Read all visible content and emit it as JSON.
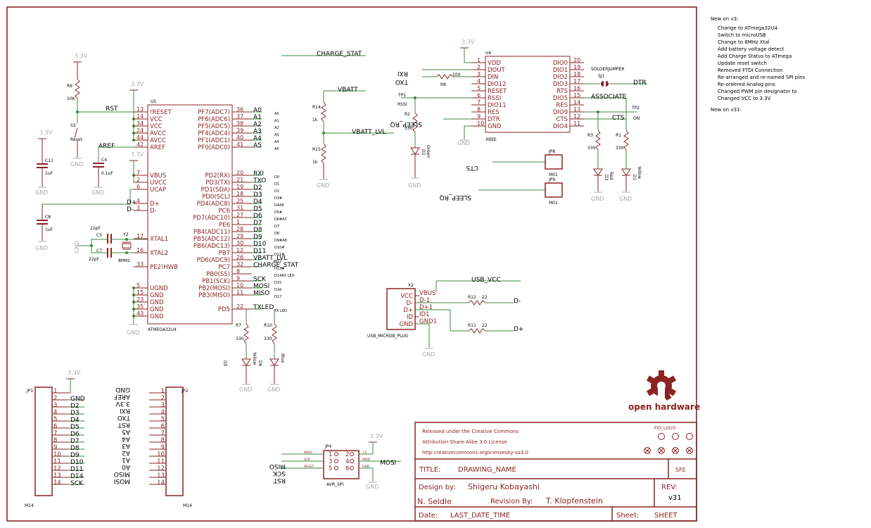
{
  "notes": {
    "v3_header": "New on v3:",
    "v3_items": [
      "Change to ATmega32U4",
      "Switch to microUSB",
      "Change to 8MHz Xtal",
      "Add battery voltage detect",
      "Add Charge Status to ATmega",
      "Update reset switch",
      "Removed FTDI Connection",
      "Re-arranged and re-named SPI pins",
      "Re-ordered Analog pins",
      "Changed PWM pin designator to",
      "Changed VCC to 3.3V"
    ],
    "v31_header": "New on v31:"
  },
  "supply": {
    "v33": "3.3V",
    "gnd": "GND"
  },
  "u5": {
    "ref": "U5",
    "part": "ATMEGA32U4",
    "left_pins": [
      {
        "n": "13",
        "name": "!RESET"
      },
      {
        "n": "14",
        "name": "VCC"
      },
      {
        "n": "34",
        "name": "VCC"
      },
      {
        "n": "24",
        "name": "AVCC"
      },
      {
        "n": "44",
        "name": "AVCC"
      },
      {
        "n": "42",
        "name": "AREF"
      },
      {
        "n": "7",
        "name": "VBUS"
      },
      {
        "n": "2",
        "name": "UVCC"
      },
      {
        "n": "6",
        "name": "UCAP"
      },
      {
        "n": "4",
        "name": "D+"
      },
      {
        "n": "3",
        "name": "D-"
      },
      {
        "n": "17",
        "name": "XTAL1"
      },
      {
        "n": "16",
        "name": "XTAL2"
      },
      {
        "n": "33",
        "name": "PE2!HWB"
      },
      {
        "n": "5",
        "name": "UGND"
      },
      {
        "n": "15",
        "name": "GND"
      },
      {
        "n": "23",
        "name": "GND"
      },
      {
        "n": "35",
        "name": "GND"
      },
      {
        "n": "43",
        "name": "GND"
      }
    ],
    "right_pins": [
      {
        "n": "36",
        "name": "PF7(ADC7)",
        "net": "A0",
        "alt": "A0"
      },
      {
        "n": "37",
        "name": "PF6(ADC6)",
        "net": "A1",
        "alt": "A1"
      },
      {
        "n": "38",
        "name": "PF5(ADC5)",
        "net": "A2",
        "alt": "A2"
      },
      {
        "n": "39",
        "name": "PF4(ADC4)",
        "net": "A3",
        "alt": "A3"
      },
      {
        "n": "40",
        "name": "PF1(ADC1)",
        "net": "A4",
        "alt": "A4"
      },
      {
        "n": "41",
        "name": "PF0(ADC0)",
        "net": "A5",
        "alt": "A5"
      },
      {
        "n": "20",
        "name": "PD2(RX)",
        "net": "RXI",
        "alt": "D0"
      },
      {
        "n": "21",
        "name": "PD3(TX)",
        "net": "TXO",
        "alt": "D1"
      },
      {
        "n": "19",
        "name": "PD1(SDA)",
        "net": "D2",
        "alt": "D2"
      },
      {
        "n": "18",
        "name": "PD0(SCL)",
        "net": "D3",
        "alt": "D3#"
      },
      {
        "n": "25",
        "name": "PD4(ADC8)",
        "net": "D4",
        "alt": "D4A6"
      },
      {
        "n": "31",
        "name": "PC6",
        "net": "D5",
        "alt": "D5#"
      },
      {
        "n": "27",
        "name": "PD7(ADC10)",
        "net": "D6",
        "alt": "D6#A7"
      },
      {
        "n": "1",
        "name": "PE6",
        "net": "D7",
        "alt": "D7"
      },
      {
        "n": "28",
        "name": "PB4(ADC11)",
        "net": "D8",
        "alt": "D8"
      },
      {
        "n": "29",
        "name": "PB5(ADC12)",
        "net": "D9",
        "alt": "D9#A8"
      },
      {
        "n": "30",
        "name": "PB6(ADC13)",
        "net": "D10",
        "alt": "D10#"
      },
      {
        "n": "12",
        "name": "PB7",
        "net": "D11",
        "alt": "D11#"
      },
      {
        "n": "26",
        "name": "PD6(ADC9)",
        "net": "VBATT_LVL",
        "alt": "D12"
      },
      {
        "n": "32",
        "name": "PC7",
        "net": "CHARGE_STAT",
        "alt": "D13#"
      },
      {
        "n": "8",
        "name": "PB0(SS)",
        "net": "",
        "alt": "D14RX LED"
      },
      {
        "n": "9",
        "name": "PB1(SCK)",
        "net": "SCK",
        "alt": "D15"
      },
      {
        "n": "10",
        "name": "PB2(MOSI)",
        "net": "MOSI",
        "alt": "D16"
      },
      {
        "n": "11",
        "name": "PB3(MISO)",
        "net": "MISO",
        "alt": "D17"
      },
      {
        "n": "22",
        "name": "PD5",
        "net": "TXLED",
        "alt": "TX LED"
      }
    ]
  },
  "left_parts": {
    "r6": "R6",
    "r6_val": "10K",
    "s3": "S3",
    "s3_name": "Reset",
    "rst": "RST",
    "aref": "AREF",
    "c11": "C11",
    "c11_val": "1uF",
    "c4": "C4",
    "c4_val": "0.1uF",
    "c8": "C8",
    "c8_val": "1uF",
    "c5": "C5",
    "c5_val": "22pF",
    "c7": "C7",
    "c7_val": "22pF",
    "y2": "Y2",
    "y2_val": "8MHz",
    "dp": "D+",
    "dm": "D-"
  },
  "charge": {
    "net": "CHARGE_STAT"
  },
  "vbatt": {
    "net": "VBATT",
    "lvl": "VBATT_LVL",
    "r14": "R14",
    "r14_val": "1k",
    "r15": "R15",
    "r15_val": "1k"
  },
  "leds": {
    "r7": "R7",
    "r7_val": "330",
    "r10": "R10",
    "r10_val": "330",
    "d5": "D5",
    "d5_col": "Yellow",
    "d6": "D6",
    "d6_col": "Blue"
  },
  "xbee": {
    "ref": "U4",
    "part": "XBEE",
    "left_pins": [
      {
        "n": "1",
        "name": "VDD"
      },
      {
        "n": "2",
        "name": "DOUT"
      },
      {
        "n": "3",
        "name": "DIN"
      },
      {
        "n": "4",
        "name": "DIO12"
      },
      {
        "n": "5",
        "name": "RESET"
      },
      {
        "n": "6",
        "name": "RSSI"
      },
      {
        "n": "7",
        "name": "DIO11"
      },
      {
        "n": "8",
        "name": "RES"
      },
      {
        "n": "9",
        "name": "DTR"
      },
      {
        "n": "10",
        "name": "GND"
      }
    ],
    "right_pins": [
      {
        "n": "20",
        "name": "DIO0"
      },
      {
        "n": "19",
        "name": "DIO1"
      },
      {
        "n": "18",
        "name": "DIO2"
      },
      {
        "n": "17",
        "name": "DIO3"
      },
      {
        "n": "16",
        "name": "RTS"
      },
      {
        "n": "15",
        "name": "DIO5"
      },
      {
        "n": "14",
        "name": "RES"
      },
      {
        "n": "13",
        "name": "DIO9"
      },
      {
        "n": "12",
        "name": "CTS"
      },
      {
        "n": "11",
        "name": "DIO4"
      }
    ],
    "rxi": "RXI",
    "txo": "TXO",
    "r8": "R8",
    "r8_val": "100",
    "tp1": "TP1",
    "rssi": "RSSI",
    "r2": "R2",
    "r2_val": "330",
    "d2": "D2",
    "d2_col": "Green",
    "sleep": "SLEEP_RQ",
    "solder": "SOLDERJUMPER",
    "sj1": "SJ1",
    "dtr": "DTR",
    "assoc": "ASSOCIATE",
    "tp2": "TP2",
    "on": "ON",
    "cts": "CTS",
    "r3": "R3",
    "r3_val": "330",
    "r1": "R1",
    "r1_val": "330",
    "d3": "D3",
    "d3_col": "Red",
    "d1": "D1",
    "d1_col": "Yellow",
    "jp8": "JP8",
    "jp9": "JP9",
    "m01": "M01"
  },
  "usb": {
    "ref": "X2",
    "part": "USB_MICROB_PLUG",
    "usb_vcc": "USB_VCC",
    "pins": [
      "VCC",
      "D-",
      "D+",
      "ID",
      "GND"
    ],
    "nets": [
      "VBUS",
      "D-1",
      "D+1",
      "ID1",
      "GND1"
    ],
    "r12": "R12",
    "r12_val": "22",
    "r11": "R11",
    "r11_val": "22",
    "dm": "D-",
    "dp": "D+"
  },
  "jp1": {
    "ref": "JP1",
    "part": "M14",
    "pins": [
      "1",
      "2",
      "3",
      "4",
      "5",
      "6",
      "7",
      "8",
      "9",
      "10",
      "11",
      "12",
      "13",
      "14"
    ],
    "labels": [
      "",
      "GND",
      "D2",
      "D3",
      "D4",
      "D5",
      "D6",
      "D7",
      "D8",
      "D9",
      "D10",
      "D11",
      "D14",
      "SCK"
    ]
  },
  "jp2": {
    "ref": "JP2",
    "part": "M14",
    "pins": [
      "1",
      "2",
      "3",
      "4",
      "5",
      "6",
      "7",
      "8",
      "9",
      "10",
      "11",
      "12",
      "13",
      "14"
    ],
    "labels": [
      "GND",
      "AREF",
      "3.3V",
      "RXI",
      "TXO",
      "RST",
      "A5",
      "A4",
      "A3",
      "A2",
      "A1",
      "A0",
      "MISO",
      "MOSI"
    ]
  },
  "jp4": {
    "ref": "JP4",
    "part": "AVR_SPI",
    "pins": [
      "1",
      "2",
      "3",
      "4",
      "5",
      "6"
    ],
    "small": [
      "MISO",
      "SCK",
      "RESET",
      "+5",
      "MOSI",
      "GND"
    ],
    "nets_left": [
      "MISO",
      "SCK",
      "RST"
    ],
    "net_right": "MOSI"
  },
  "titleblock": {
    "license1": "Released under the Creative Commons",
    "license2": "Attribution Share-Alike 3.0 License",
    "license3": "http:creativecommons.orglicensesby-sa3.0",
    "fio_logo": "FIO_LOGO",
    "title_label": "TITLE:",
    "title": "DRAWING_NAME",
    "sfe": "SFE",
    "design_label": "Design by:",
    "designer": "Shigeru Kobayashi",
    "rev_label": "REV:",
    "rev": "v31",
    "designer2": "N. Seidle",
    "revision_label": "Revision By:",
    "reviser": "T. Klopfenstein",
    "date_label": "Date:",
    "date": "LAST_DATE_TIME",
    "sheet_label": "Sheet:",
    "sheet": "SHEET",
    "oshw": "open hardware"
  },
  "colors": {
    "symbol": "#8b2323",
    "wire": "#3c8a3c",
    "supply": "#a8a8a8",
    "text": "#000000",
    "border": "#8b2323"
  }
}
